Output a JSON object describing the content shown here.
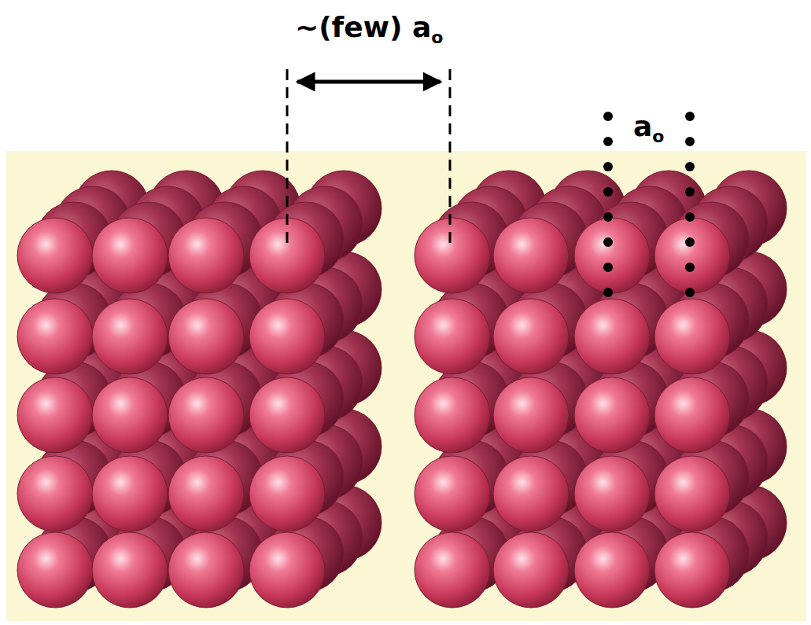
{
  "diagram": {
    "labels": [
      "~(few) a",
      "o",
      "a",
      "o"
    ]
  }
}
